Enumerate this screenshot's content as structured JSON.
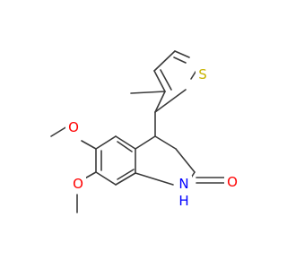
{
  "molecule": {
    "atoms": {
      "o1": "O",
      "o2": "O",
      "o3": "O",
      "s1": "S",
      "n1": "N",
      "h1": "H"
    },
    "colors": {
      "bond": "#3a3a3a",
      "oxygen": "#ff0000",
      "nitrogen": "#0000ff",
      "sulfur": "#c8b400"
    }
  }
}
